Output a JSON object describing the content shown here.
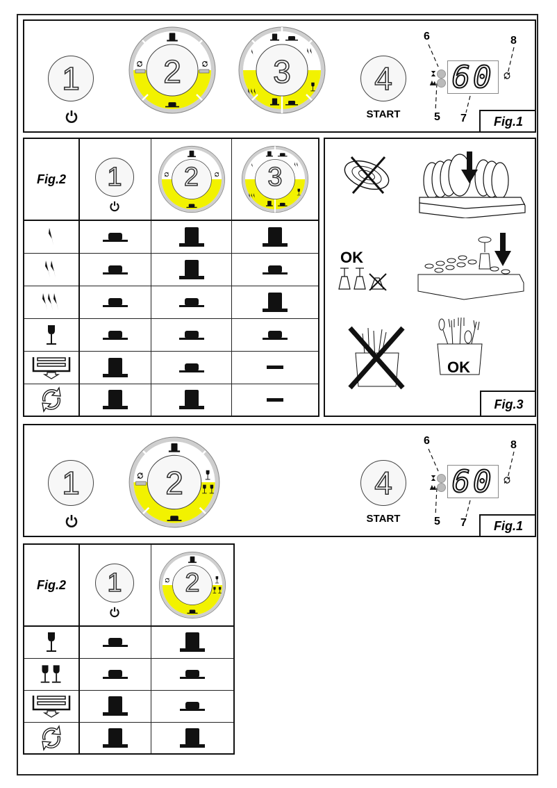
{
  "colors": {
    "yellow_zone": "#f2f200",
    "ring_gray": "#cfcfcf",
    "ink": "#111111",
    "led_gray": "#bbbbbb"
  },
  "panel1": {
    "figure_label": "Fig.1",
    "buttons": [
      {
        "number": "1",
        "caption_icon": "power-icon"
      },
      {
        "number": "2",
        "type": "selector-dial"
      },
      {
        "number": "3",
        "type": "selector-dial"
      },
      {
        "number": "4",
        "caption": "START"
      }
    ],
    "display": {
      "value": "60"
    },
    "callouts": {
      "led_upper": "6",
      "led_lower": "5",
      "display": "7",
      "cycle_icon": "8"
    }
  },
  "panel2": {
    "figure_label": "Fig.2",
    "columns": [
      "1",
      "2",
      "3"
    ],
    "rows": [
      {
        "icon": "cutlery-1-icon",
        "cells": [
          "low-button",
          "high-button",
          "high-button"
        ]
      },
      {
        "icon": "cutlery-2-icon",
        "cells": [
          "low-button",
          "high-button",
          "low-button"
        ]
      },
      {
        "icon": "cutlery-3-icon",
        "cells": [
          "low-button",
          "low-button",
          "high-button"
        ]
      },
      {
        "icon": "glass-icon",
        "cells": [
          "low-button",
          "low-button",
          "low-button"
        ]
      },
      {
        "icon": "drain-icon",
        "cells": [
          "high-button",
          "low-button",
          "dash"
        ]
      },
      {
        "icon": "regeneration-icon",
        "cells": [
          "high-button",
          "high-button",
          "dash"
        ]
      }
    ]
  },
  "panel3": {
    "figure_label": "Fig.3",
    "ok_label_glasses": "OK",
    "ok_label_cutlery": "OK"
  },
  "panel4": {
    "figure_label": "Fig.1",
    "buttons": [
      {
        "number": "1",
        "caption_icon": "power-icon"
      },
      {
        "number": "2",
        "type": "selector-dial"
      },
      {
        "number": "4",
        "caption": "START"
      }
    ],
    "display": {
      "value": "60"
    },
    "callouts": {
      "led_upper": "6",
      "led_lower": "5",
      "display": "7",
      "cycle_icon": "8"
    }
  },
  "panel5": {
    "figure_label": "Fig.2",
    "columns": [
      "1",
      "2"
    ],
    "rows": [
      {
        "icon": "glass-icon",
        "cells": [
          "low-button",
          "high-button"
        ]
      },
      {
        "icon": "two-glasses-icon",
        "cells": [
          "low-button",
          "low-button"
        ]
      },
      {
        "icon": "drain-icon",
        "cells": [
          "high-button",
          "low-button"
        ]
      },
      {
        "icon": "regeneration-icon",
        "cells": [
          "high-button",
          "high-button"
        ]
      }
    ]
  }
}
